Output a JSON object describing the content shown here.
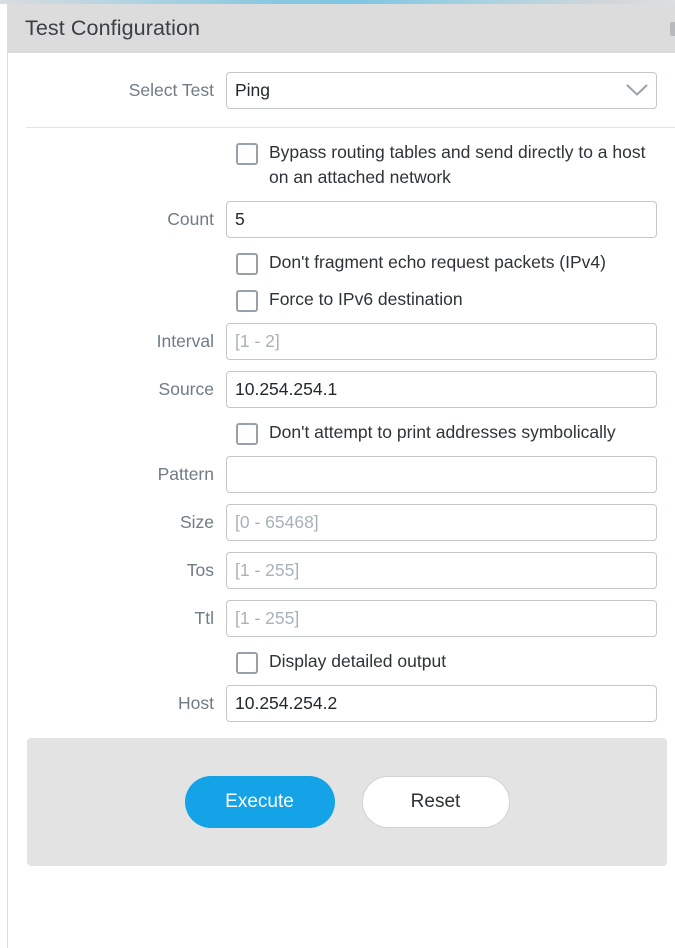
{
  "accent": {
    "primary_color": "#13a3e6",
    "header_bg": "#dcdcdc",
    "footer_bg": "#e3e3e3"
  },
  "header": {
    "title": "Test Configuration"
  },
  "select_test": {
    "label": "Select Test",
    "value": "Ping",
    "chevron_icon": "chevron-down-icon"
  },
  "fields": [
    {
      "kind": "checkbox",
      "name": "bypass-routing",
      "label": "Bypass routing tables and send directly to a host on an attached network",
      "checked": false
    },
    {
      "kind": "text",
      "name": "count",
      "label": "Count",
      "value": "5",
      "placeholder": ""
    },
    {
      "kind": "checkbox",
      "name": "dont-fragment",
      "label": "Don't fragment echo request packets (IPv4)",
      "checked": false
    },
    {
      "kind": "checkbox",
      "name": "force-ipv6",
      "label": "Force to IPv6 destination",
      "checked": false
    },
    {
      "kind": "text",
      "name": "interval",
      "label": "Interval",
      "value": "",
      "placeholder": "[1 - 2]"
    },
    {
      "kind": "text",
      "name": "source",
      "label": "Source",
      "value": "10.254.254.1",
      "placeholder": ""
    },
    {
      "kind": "checkbox",
      "name": "no-symbolic-addresses",
      "label": "Don't attempt to print addresses symbolically",
      "checked": false
    },
    {
      "kind": "text",
      "name": "pattern",
      "label": "Pattern",
      "value": "",
      "placeholder": ""
    },
    {
      "kind": "text",
      "name": "size",
      "label": "Size",
      "value": "",
      "placeholder": "[0 - 65468]"
    },
    {
      "kind": "text",
      "name": "tos",
      "label": "Tos",
      "value": "",
      "placeholder": "[1 - 255]"
    },
    {
      "kind": "text",
      "name": "ttl",
      "label": "Ttl",
      "value": "",
      "placeholder": "[1 - 255]"
    },
    {
      "kind": "checkbox",
      "name": "verbose-output",
      "label": "Display detailed output",
      "checked": false
    },
    {
      "kind": "text",
      "name": "host",
      "label": "Host",
      "value": "10.254.254.2",
      "placeholder": ""
    }
  ],
  "footer": {
    "execute_label": "Execute",
    "reset_label": "Reset"
  }
}
